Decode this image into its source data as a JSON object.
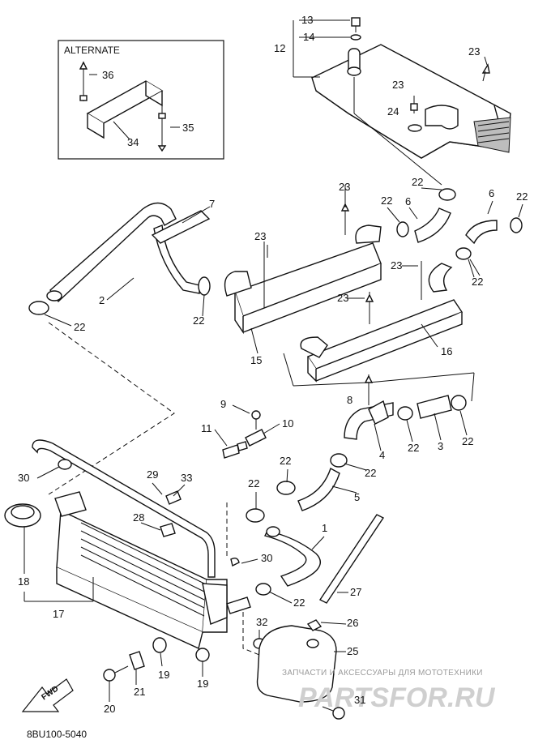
{
  "alternate_box": {
    "title": "ALTERNATE"
  },
  "callouts": [
    {
      "id": "c13",
      "text": "13"
    },
    {
      "id": "c14",
      "text": "14"
    },
    {
      "id": "c12",
      "text": "12"
    },
    {
      "id": "c23a",
      "text": "23"
    },
    {
      "id": "c23b",
      "text": "23"
    },
    {
      "id": "c24",
      "text": "24"
    },
    {
      "id": "c36",
      "text": "36"
    },
    {
      "id": "c35",
      "text": "35"
    },
    {
      "id": "c34",
      "text": "34"
    },
    {
      "id": "c22a",
      "text": "22"
    },
    {
      "id": "c6a",
      "text": "6"
    },
    {
      "id": "c6b",
      "text": "6"
    },
    {
      "id": "c22b",
      "text": "22"
    },
    {
      "id": "c22c",
      "text": "22"
    },
    {
      "id": "c23c",
      "text": "23"
    },
    {
      "id": "c7",
      "text": "7"
    },
    {
      "id": "c23d",
      "text": "23"
    },
    {
      "id": "c22d",
      "text": "22"
    },
    {
      "id": "c23e",
      "text": "23"
    },
    {
      "id": "c2",
      "text": "2"
    },
    {
      "id": "c22e",
      "text": "22"
    },
    {
      "id": "c22f",
      "text": "22"
    },
    {
      "id": "c23f",
      "text": "23"
    },
    {
      "id": "c15",
      "text": "15"
    },
    {
      "id": "c16",
      "text": "16"
    },
    {
      "id": "c8",
      "text": "8"
    },
    {
      "id": "c9",
      "text": "9"
    },
    {
      "id": "c10",
      "text": "10"
    },
    {
      "id": "c11",
      "text": "11"
    },
    {
      "id": "c4",
      "text": "4"
    },
    {
      "id": "c22g",
      "text": "22"
    },
    {
      "id": "c3",
      "text": "3"
    },
    {
      "id": "c22h",
      "text": "22"
    },
    {
      "id": "c22i",
      "text": "22"
    },
    {
      "id": "c5",
      "text": "5"
    },
    {
      "id": "c22j",
      "text": "22"
    },
    {
      "id": "c22k",
      "text": "22"
    },
    {
      "id": "c30a",
      "text": "30"
    },
    {
      "id": "c29",
      "text": "29"
    },
    {
      "id": "c33",
      "text": "33"
    },
    {
      "id": "c28",
      "text": "28"
    },
    {
      "id": "c1",
      "text": "1"
    },
    {
      "id": "c30b",
      "text": "30"
    },
    {
      "id": "c18",
      "text": "18"
    },
    {
      "id": "c17",
      "text": "17"
    },
    {
      "id": "c22l",
      "text": "22"
    },
    {
      "id": "c27",
      "text": "27"
    },
    {
      "id": "c32",
      "text": "32"
    },
    {
      "id": "c26",
      "text": "26"
    },
    {
      "id": "c25",
      "text": "25"
    },
    {
      "id": "c19a",
      "text": "19"
    },
    {
      "id": "c19b",
      "text": "19"
    },
    {
      "id": "c21",
      "text": "21"
    },
    {
      "id": "c20",
      "text": "20"
    },
    {
      "id": "c31",
      "text": "31"
    }
  ],
  "fwd_label": "FWD",
  "diagram_code": "8BU100-5040",
  "watermark": {
    "tagline": "ЗАПЧАСТИ И АКСЕССУАРЫ ДЛЯ МОТОТЕХНИКИ",
    "logo": "PARTSFOR.RU"
  }
}
